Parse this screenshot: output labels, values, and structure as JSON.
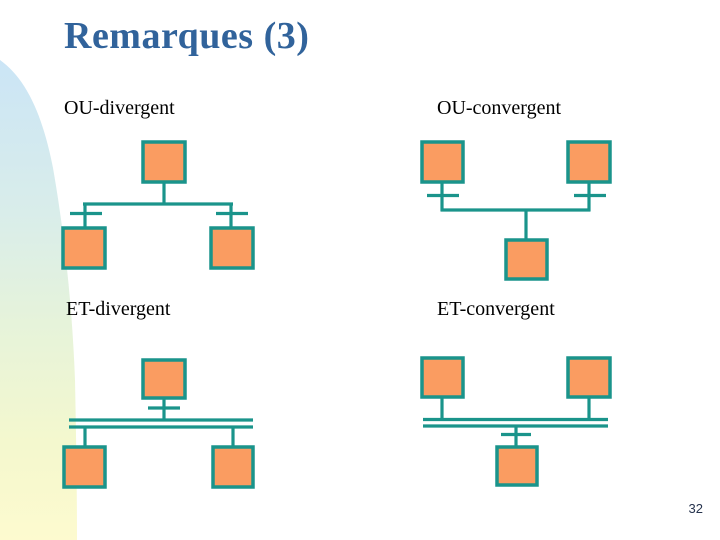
{
  "slide": {
    "title": "Remarques (3)",
    "page_number": "32"
  },
  "diagrams": [
    {
      "id": "ou-divergent",
      "label": "OU-divergent",
      "description": "one step branching through single line into two alternative steps, transition tick on each branch"
    },
    {
      "id": "ou-convergent",
      "label": "OU-convergent",
      "description": "two alternative steps with transition ticks joining through single line into one step"
    },
    {
      "id": "et-divergent",
      "label": "ET-divergent",
      "description": "one step with transition tick branching through double line into two parallel steps"
    },
    {
      "id": "et-convergent",
      "label": "ET-convergent",
      "description": "two parallel steps joining through double line, transition tick, into one step"
    }
  ],
  "colors": {
    "title_color": "#31639B",
    "label_color": "#000000",
    "box_fill": "#FA9C61",
    "line": "#1A948B",
    "page_number_color": "#26334D",
    "decor_top": "#CBE5F6",
    "decor_mid": "#E6F3DA",
    "decor_bottom": "#FDFACF"
  }
}
